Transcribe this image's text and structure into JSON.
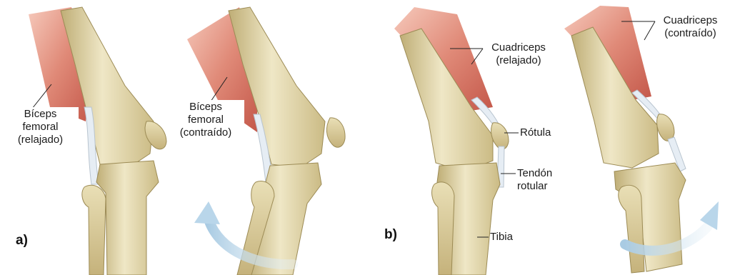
{
  "panel_a": {
    "letter": "a)",
    "relaxed": {
      "line1": "Bíceps",
      "line2": "femoral",
      "line3": "(relajado)"
    },
    "contracted": {
      "line1": "Bíceps",
      "line2": "femoral",
      "line3": "(contraído)"
    }
  },
  "panel_b": {
    "letter": "b)",
    "relaxed": {
      "line1": "Cuadriceps",
      "line2": "(relajado)"
    },
    "contracted": {
      "line1": "Cuadriceps",
      "line2": "(contraído)"
    },
    "patella": "Rótula",
    "tendon": {
      "line1": "Tendón",
      "line2": "rotular"
    },
    "tibia": "Tibia"
  },
  "colors": {
    "bone_light": "#efe7c6",
    "bone_mid": "#d9cc9a",
    "bone_dark": "#a8975f",
    "muscle_light": "#f2b7a8",
    "muscle_dark": "#c8574a",
    "tendon": "#e6edf4",
    "arrow": "#b9d6ea"
  }
}
